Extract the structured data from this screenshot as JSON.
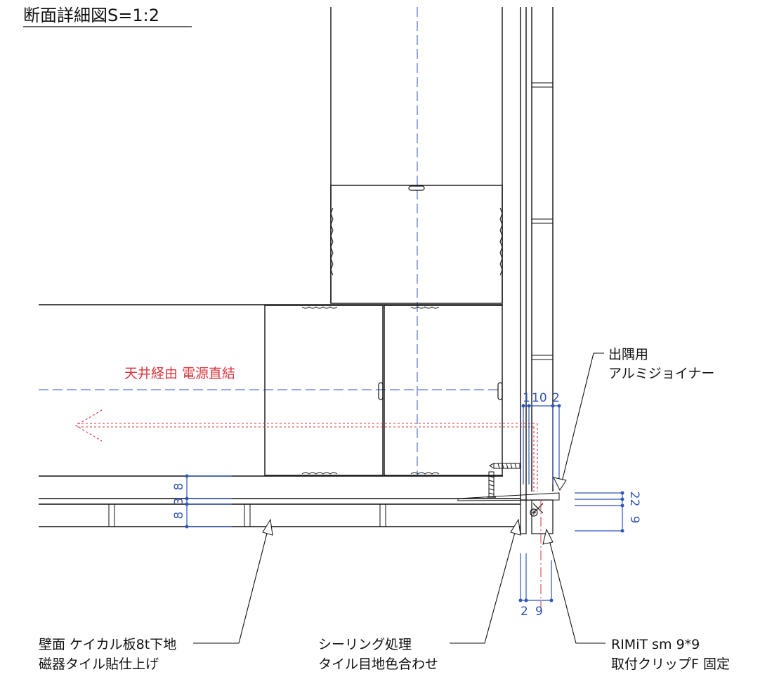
{
  "title": "断面詳細図S=1:2",
  "power_note": "天井経由 電源直結",
  "callouts": {
    "corner_joiner": [
      "出隅用",
      "アルミジョイナー"
    ],
    "wall_finish": [
      "壁面 ケイカル板8t下地",
      "磁器タイル貼仕上げ"
    ],
    "sealing": [
      "シーリング処理",
      "タイル目地色合わせ"
    ],
    "clip": [
      "RIMiT sm 9*9",
      "取付クリップF 固定"
    ]
  },
  "dimensions": {
    "top": [
      "1",
      "10",
      "2"
    ],
    "left_stack": [
      "8",
      "3",
      "8"
    ],
    "right_stack": [
      "9",
      "2",
      "2"
    ],
    "bottom": [
      "2",
      "9"
    ]
  },
  "colors": {
    "line": "#111111",
    "dimension": "#2f56b8",
    "power": "#d9363e"
  }
}
